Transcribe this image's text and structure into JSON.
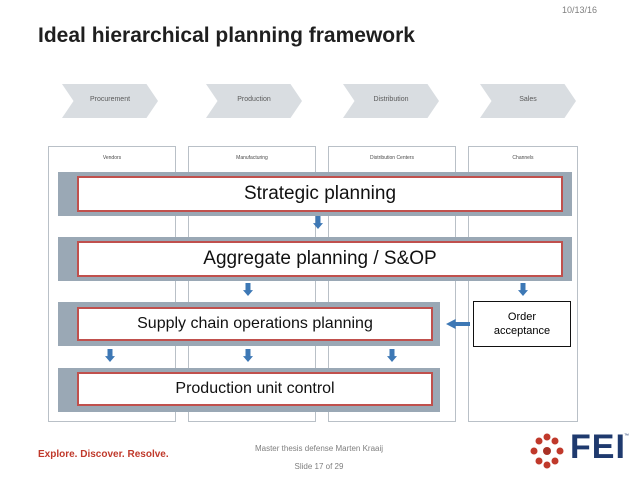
{
  "date": "10/13/16",
  "title": "Ideal hierarchical planning framework",
  "chain": [
    "Procurement",
    "Production",
    "Distribution",
    "Sales"
  ],
  "columns": [
    "Vendors",
    "Manufacturing",
    "Distribution Centers",
    "Channels"
  ],
  "planning": {
    "strategic": "Strategic planning",
    "aggregate": "Aggregate planning / S&OP",
    "supply_chain": "Supply chain operations planning",
    "production_unit": "Production unit control"
  },
  "order_acceptance": {
    "line1": "Order",
    "line2": "acceptance"
  },
  "footer": {
    "presenter": "Master thesis defense Marten Kraaij",
    "slide": "Slide 17 of 29"
  },
  "slogan": "Explore. Discover. Resolve.",
  "brand": "FEI",
  "colors": {
    "accent_red": "#c0504d",
    "arrow_blue": "#3d78b5",
    "band_gray": "#9aa8b5",
    "brand_navy": "#1f3a6e"
  }
}
